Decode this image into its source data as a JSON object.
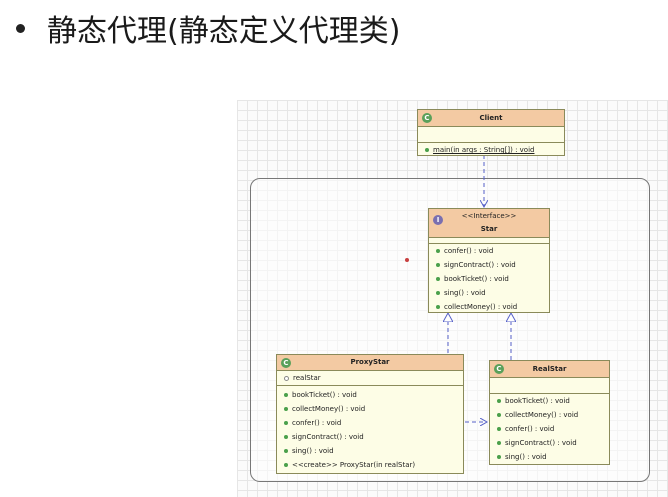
{
  "title": "静态代理(静态定义代理类)",
  "diagram": {
    "client": {
      "name": "Client",
      "methods": [
        "main(in args : String[]) : void"
      ]
    },
    "star": {
      "stereotype": "<<Interface>>",
      "name": "Star",
      "methods": [
        "confer() : void",
        "signContract() : void",
        "bookTicket() : void",
        "sing() : void",
        "collectMoney() : void"
      ]
    },
    "proxy": {
      "name": "ProxyStar",
      "attributes": [
        "realStar"
      ],
      "methods": [
        "bookTicket() : void",
        "collectMoney() : void",
        "confer() : void",
        "signContract() : void",
        "sing() : void",
        "<<create>> ProxyStar(in realStar)"
      ]
    },
    "real": {
      "name": "RealStar",
      "methods": [
        "bookTicket() : void",
        "collectMoney() : void",
        "confer() : void",
        "signContract() : void",
        "sing() : void"
      ]
    },
    "icons": {
      "class": "class-icon",
      "interface": "interface-icon",
      "method": "public-method-dot"
    },
    "colors": {
      "header": "#f3caa3",
      "body": "#fdfde6",
      "connector": "#5560c8",
      "method_dot": "#4aa04a"
    }
  }
}
